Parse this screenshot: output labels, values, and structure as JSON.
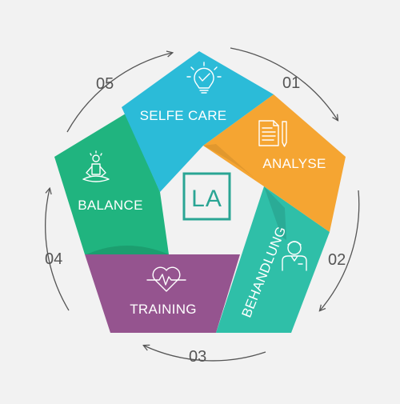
{
  "segments": [
    {
      "label": "SELFE CARE",
      "color": "#2bbbd8",
      "icon": "lightbulb-check-icon"
    },
    {
      "label": "ANALYSE",
      "color": "#f5a532",
      "icon": "document-pen-icon"
    },
    {
      "label": "BEHANDLUNG",
      "color": "#2fbfa8",
      "icon": "therapist-icon"
    },
    {
      "label": "TRAINING",
      "color": "#95548f",
      "icon": "heart-pulse-icon"
    },
    {
      "label": "BALANCE",
      "color": "#20b47f",
      "icon": "meditation-icon"
    }
  ],
  "steps": [
    "01",
    "02",
    "03",
    "04",
    "05"
  ],
  "logo": {
    "text": "LA",
    "color": "#2aa594"
  }
}
